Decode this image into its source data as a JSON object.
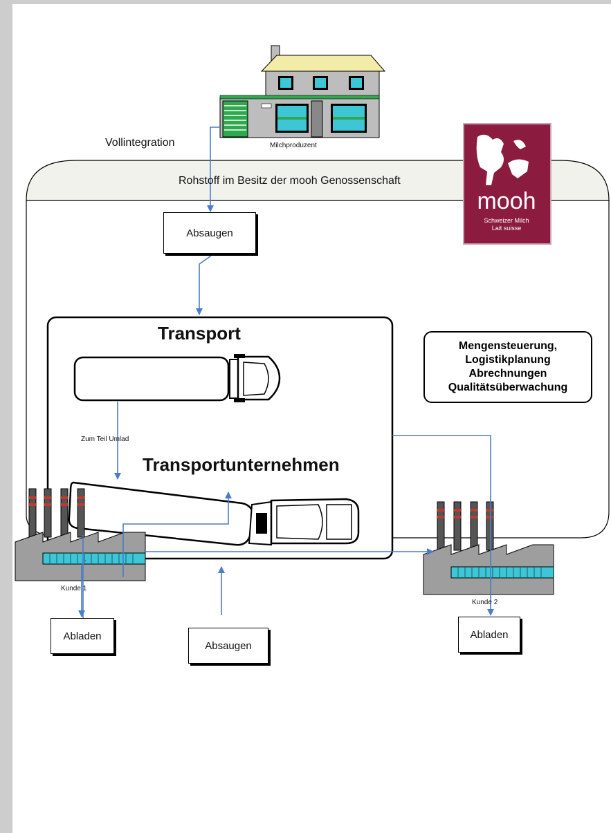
{
  "labels": {
    "vollintegration": "Vollintegration",
    "milchproduzent": "Milchproduzent",
    "rohstoff_banner": "Rohstoff im Besitz der mooh Genossenschaft",
    "absaugen_top": "Absaugen",
    "transport_title": "Transport",
    "transportunternehmen": "Transportunternehmen",
    "zum_teil_umlad": "Zum Teil Umlad",
    "abladen_left": "Abladen",
    "absaugen_bottom": "Absaugen",
    "abladen_right": "Abladen",
    "kunde1": "Kunde 1",
    "kunde2": "Kunde 2"
  },
  "info_box": {
    "line1": "Mengensteuerung,",
    "line2": "Logistikplanung",
    "line3": "Abrechnungen",
    "line4": "Qualitätsüberwachung"
  },
  "logo": {
    "brand": "mooh",
    "sub1": "Schweizer Milch",
    "sub2": "Lait suisse",
    "color": "#8b1b3f"
  },
  "colors": {
    "arrow": "#4a7cc9",
    "factory_window": "#3cc6d6",
    "house_roof": "#f2eca8",
    "garage": "#2fa84f"
  }
}
